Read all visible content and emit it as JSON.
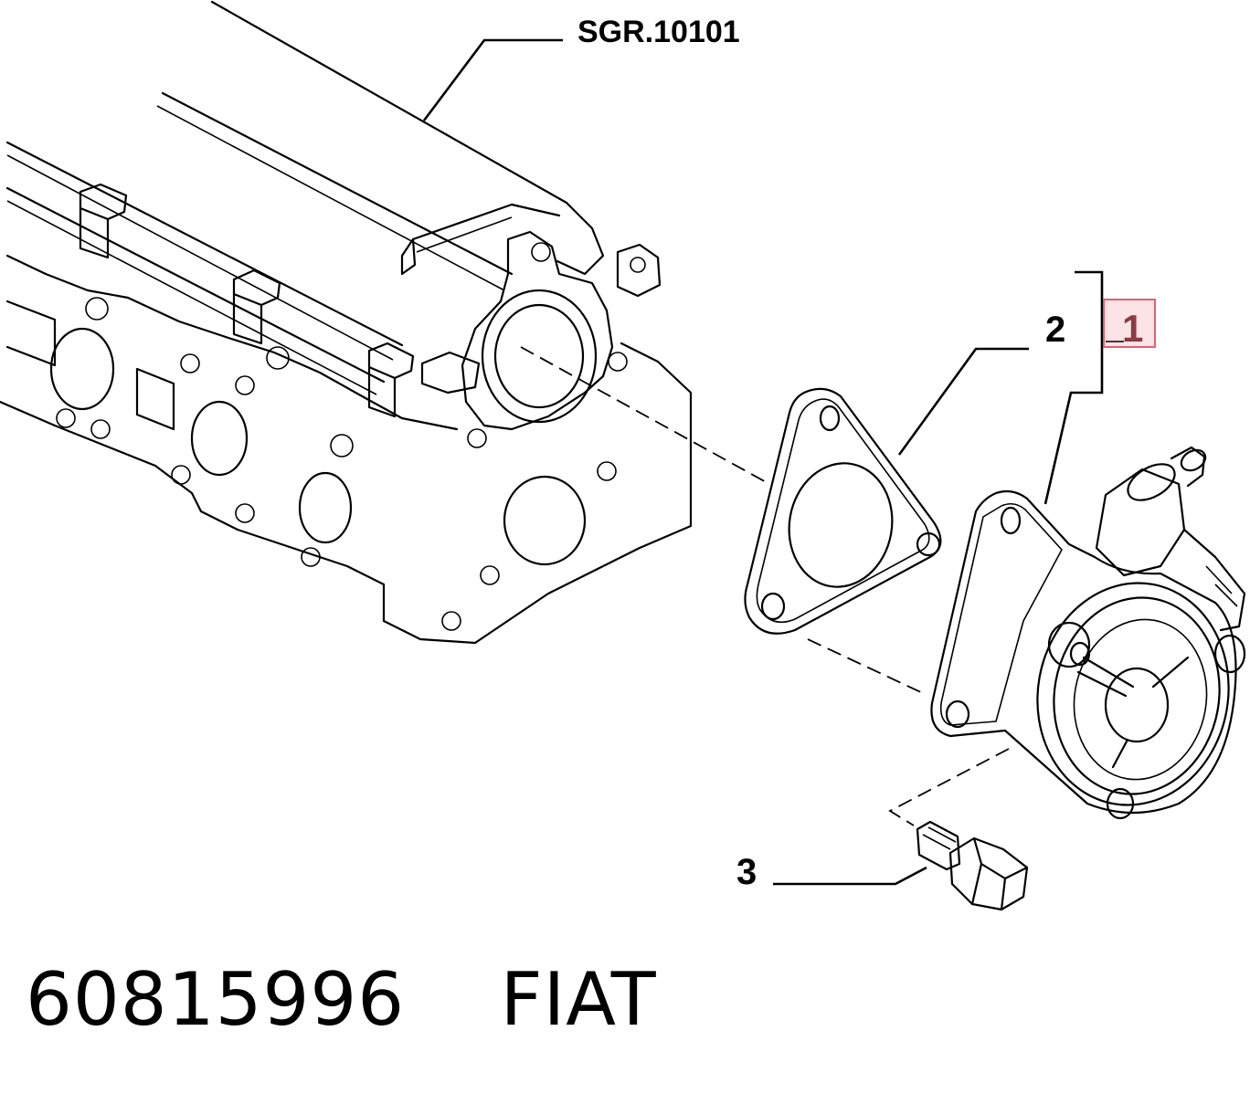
{
  "diagram": {
    "ref_group": "SGR.10101",
    "callouts": {
      "assembly": "1",
      "gasket": "2",
      "bolt": "3"
    },
    "highlight_color": "#e06070"
  },
  "caption": {
    "part_number": "60815996",
    "brand": "FIAT"
  }
}
